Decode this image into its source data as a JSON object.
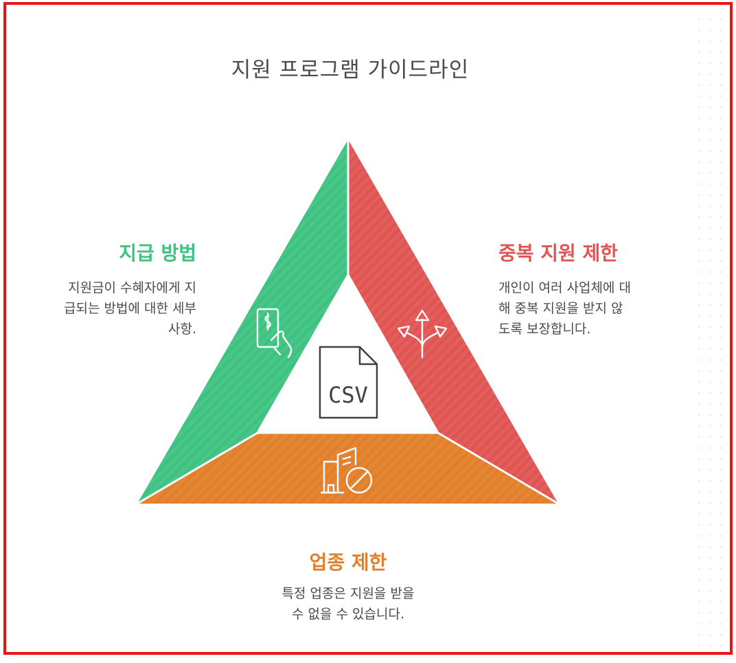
{
  "title": "지원 프로그램 가이드라인",
  "colors": {
    "green": "#3ec281",
    "red": "#e05554",
    "orange": "#e17f2b",
    "frame": "#ee1111"
  },
  "center_icon": {
    "name": "csv-file-icon",
    "label": "CSV"
  },
  "sections": {
    "payment": {
      "heading": "지급 방법",
      "lines": [
        "지원금이 수혜자에게 지",
        "급되는 방법에 대한 세부",
        "사항."
      ],
      "icon": "cash-hand-icon"
    },
    "duplicate": {
      "heading": "중복 지원 제한",
      "lines": [
        "개인이 여러 사업체에 대",
        "해 중복 지원을 받지 않",
        "도록 보장합니다."
      ],
      "icon": "split-arrows-icon"
    },
    "industry": {
      "heading": "업종 제한",
      "lines": [
        "특정 업종은 지원을 받을",
        "수 없을 수 있습니다."
      ],
      "icon": "building-prohibited-icon"
    }
  }
}
